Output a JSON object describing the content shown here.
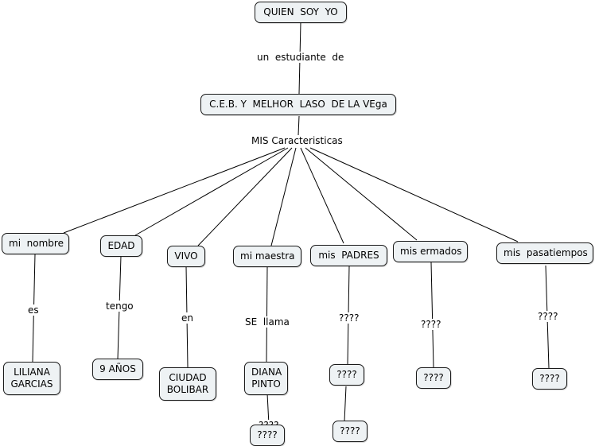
{
  "concept_map": {
    "root": "QUIEN  SOY  YO",
    "root_link": "un  estudiante  de",
    "school": "C.E.B. Y  MELHOR  LASO  DE LA VEga",
    "school_link": "MIS Caracteristicas",
    "branches": [
      {
        "concept": "mi  nombre",
        "link": "es",
        "value": "LILIANA\nGARCIAS"
      },
      {
        "concept": "EDAD",
        "link": "tengo",
        "value": "9 AÑOS"
      },
      {
        "concept": "VIVO",
        "link": "en",
        "value": "CIUDAD\nBOLIBAR"
      },
      {
        "concept": "mi maestra",
        "link": "SE  llama",
        "value": "DIANA\nPINTO",
        "sub_link": "????",
        "sub_value": "????"
      },
      {
        "concept": "mis  PADRES",
        "link": "????",
        "value": "????",
        "sub_value": "????"
      },
      {
        "concept": "mis ermados",
        "link": "????",
        "value": "????"
      },
      {
        "concept": "mis  pasatiempos",
        "link": "????",
        "value": "????"
      }
    ]
  },
  "colors": {
    "node_fill": "#eef2f4",
    "node_border": "#1a1a1a",
    "line": "#000000"
  }
}
